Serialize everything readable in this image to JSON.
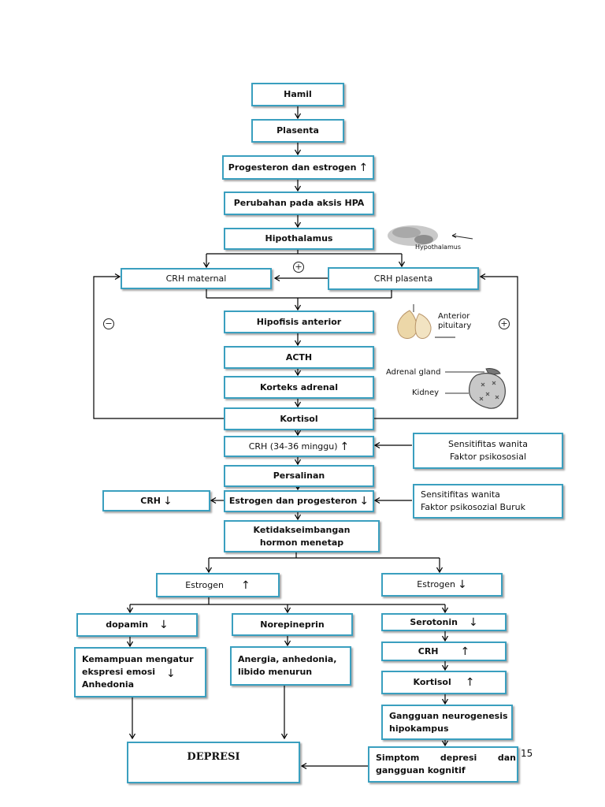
{
  "nodes": {
    "hamil": "Hamil",
    "plasenta": "Plasenta",
    "progesteron_estrogen": "Progesteron dan estrogen",
    "perubahan_hpa": "Perubahan pada aksis HPA",
    "hipothalamus": "Hipothalamus",
    "crh_maternal": "CRH maternal",
    "crh_plasenta": "CRH plasenta",
    "hipofisis_anterior": "Hipofisis anterior",
    "acth": "ACTH",
    "korteks_adrenal": "Korteks adrenal",
    "kortisol": "Kortisol",
    "crh_34_36": "CRH (34-36 minggu)",
    "persalinan": "Persalinan",
    "estrogen_progesteron": "Estrogen dan progesteron",
    "crh_down": "CRH",
    "ketidakseimbangan": "Ketidakseimbangan hormon menetap",
    "estrogen_up": "Estrogen",
    "estrogen_down": "Estrogen",
    "dopamin": "dopamin",
    "norepineprin": "Norepineprin",
    "serotonin": "Serotonin",
    "crh_right": "CRH",
    "kortisol_right": "Kortisol",
    "kemampuan": [
      "Kemampuan mengatur",
      "ekspresi emosi",
      "Anhedonia"
    ],
    "anergia": [
      "Anergia, anhedonia,",
      "libido menurun"
    ],
    "gangguan_neuro": [
      "Gangguan neurogenesis",
      "hipokampus"
    ],
    "simptom": [
      "Simptom depresi dan",
      "gangguan kognitif"
    ],
    "depresi": "DEPRESI",
    "sensitifitas_1": [
      "Sensitifitas wanita",
      "Faktor psikososial"
    ],
    "sensitifitas_2": [
      "Sensitifitas wanita",
      "Faktor psikosozial Buruk"
    ]
  },
  "arrows": {
    "up": "↑",
    "down": "↓"
  },
  "signs": {
    "plus": "+",
    "minus": "−"
  },
  "illustrations": {
    "hypothalamus_label": "Hypothalamus",
    "pituitary_label": [
      "Anterior",
      "pituitary"
    ],
    "adrenal_label": "Adrenal gland",
    "kidney_label": "Kidney"
  },
  "page_number": "15",
  "colors": {
    "box_border": "#3a9fbf",
    "line": "#000000"
  }
}
